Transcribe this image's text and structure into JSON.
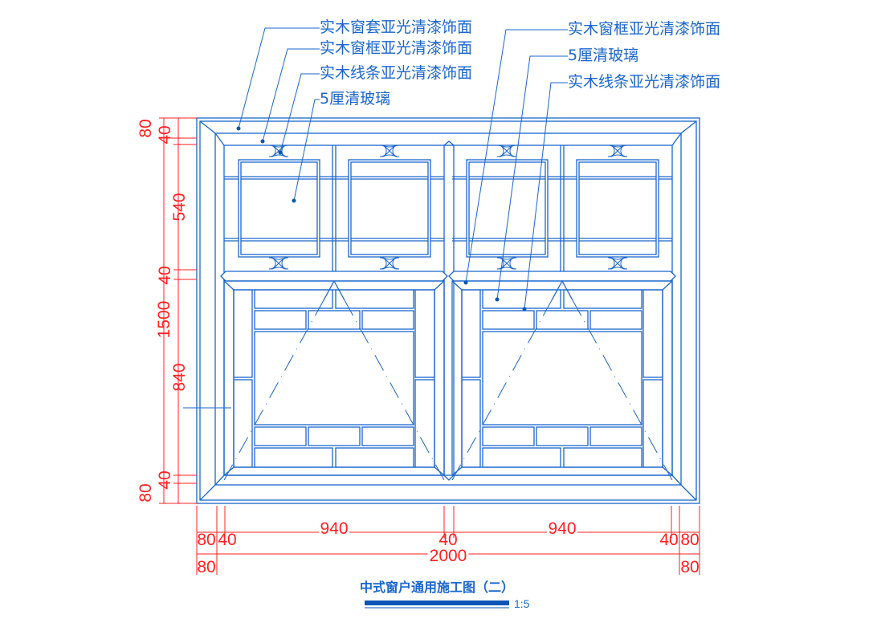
{
  "labels_left": [
    "实木窗套亚光清漆饰面",
    "实木窗框亚光清漆饰面",
    "实木线条亚光清漆饰面",
    "5厘清玻璃"
  ],
  "labels_right": [
    "实木窗框亚光清漆饰面",
    "5厘清玻璃",
    "实木线条亚光清漆饰面"
  ],
  "dims_vertical": {
    "top_casing": "80",
    "top_frame": "40",
    "upper": "540",
    "transom": "40",
    "lower": "840",
    "bottom_frame": "40",
    "bottom_casing": "80",
    "total": "1500"
  },
  "dims_horizontal": {
    "casing_left": "80",
    "frame_left": "40",
    "sash_left": "940",
    "mullion": "40",
    "sash_right": "940",
    "frame_right": "40",
    "casing_right": "80",
    "total": "2000",
    "outer_left": "80",
    "outer_right": "80"
  },
  "title": "中式窗户通用施工图（二）",
  "scale": "1:5",
  "colors": {
    "line": "#1a66cc",
    "dimension": "#ff2020"
  }
}
